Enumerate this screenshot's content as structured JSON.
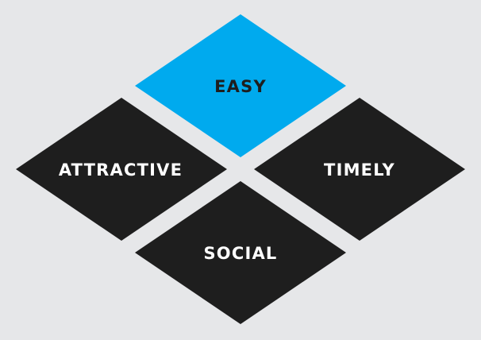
{
  "colors": {
    "background": "#e6e7e9",
    "highlight": "#00aaee",
    "dark": "#1e1e1e",
    "text_on_highlight": "#1e1e1e",
    "text_on_dark": "#ffffff"
  },
  "diamonds": {
    "top": {
      "label": "EASY",
      "color": "highlight"
    },
    "left": {
      "label": "ATTRACTIVE",
      "color": "dark"
    },
    "right": {
      "label": "TIMELY",
      "color": "dark"
    },
    "bottom": {
      "label": "SOCIAL",
      "color": "dark"
    }
  }
}
